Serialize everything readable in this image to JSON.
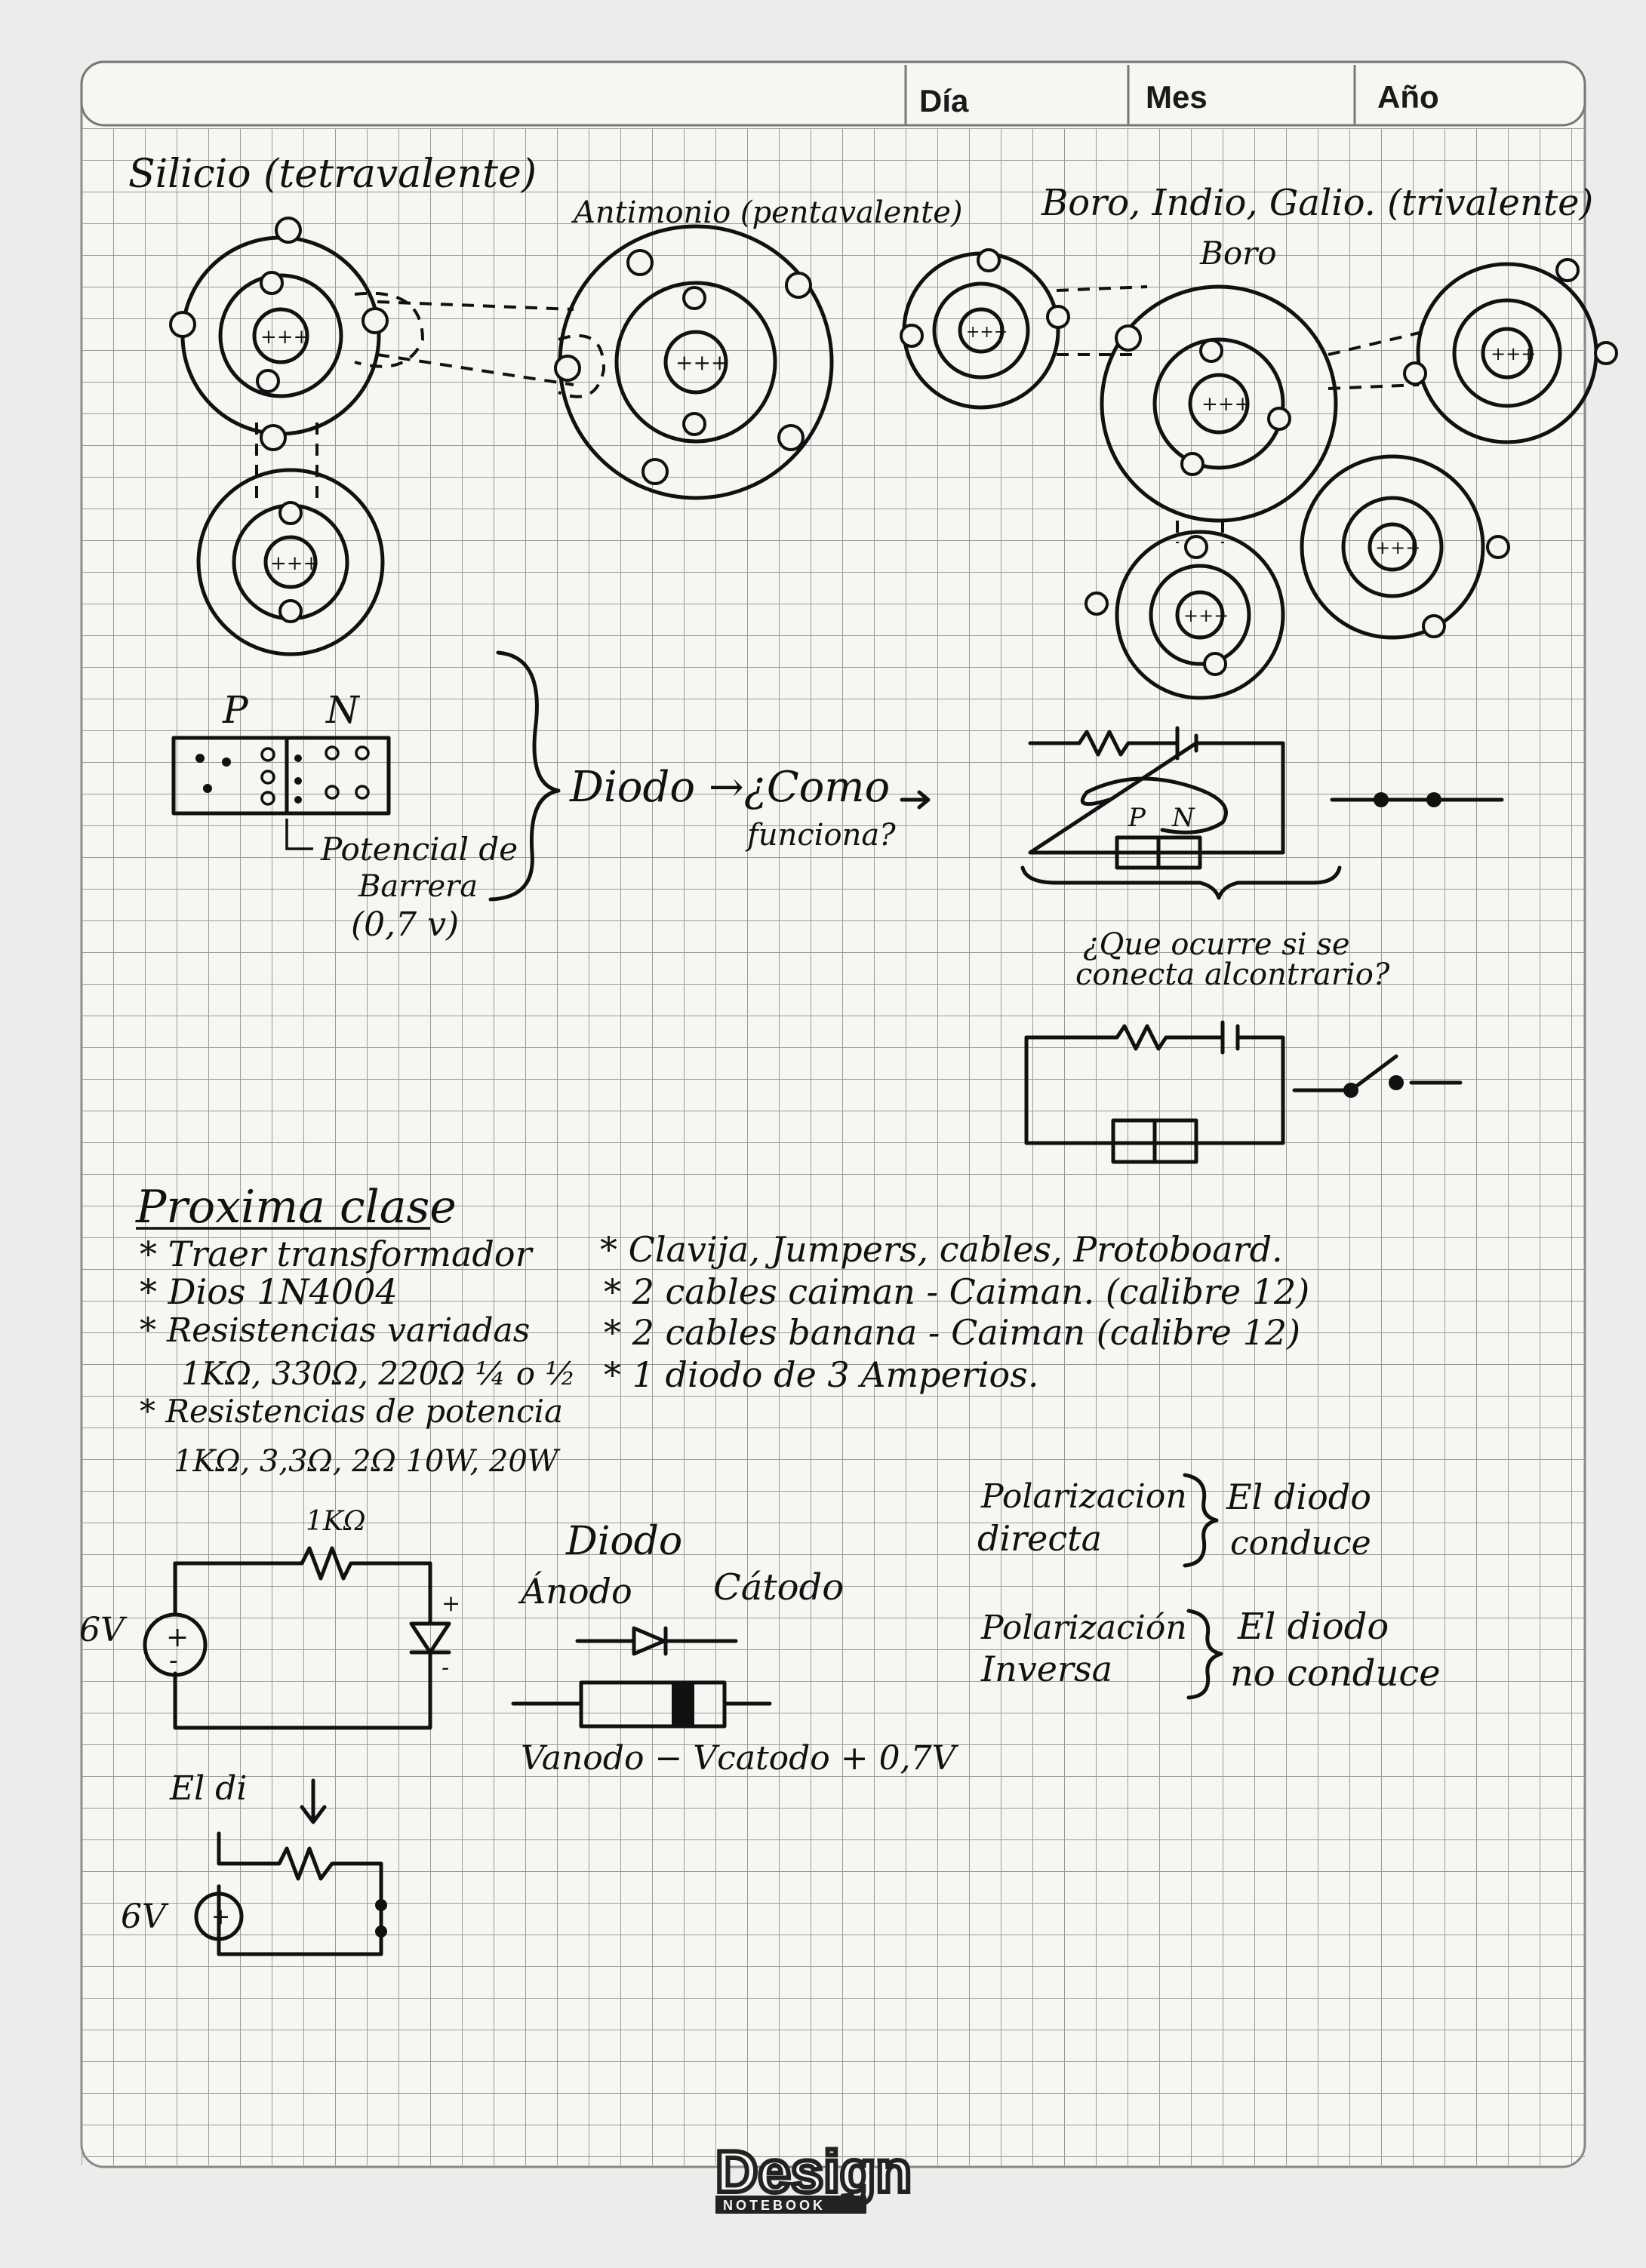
{
  "header": {
    "day": "Día",
    "month": "Mes",
    "year": "Año"
  },
  "atoms": {
    "silicon": "Silicio (tetravalente)",
    "antimony": "Antimonio (pentavalente)",
    "trivalent": "Boro, Indio, Galio. (trivalente)",
    "boron": "Boro",
    "nucleus": "+++"
  },
  "pn": {
    "p": "P",
    "n": "N",
    "barrier": [
      "Potencial de",
      "Barrera",
      "(0,7 v)"
    ],
    "diode_q1": "Diodo →¿Como",
    "diode_q2": "funciona?",
    "circuit_p": "P",
    "circuit_n": "N",
    "reverse_q1": "¿Que ocurre si se",
    "reverse_q2": "conecta alcontrario?"
  },
  "next_class": {
    "title": "Proxima clase",
    "left": [
      "* Traer transformador",
      "* Dios 1N4004",
      "* Resistencias variadas",
      "1KΩ, 330Ω, 220Ω  ¼ o ½",
      "* Resistencias de potencia",
      "1KΩ, 3,3Ω, 2Ω  10W, 20W"
    ],
    "right": [
      "* Clavija, Jumpers, cables, Protoboard.",
      "* 2 cables caiman - Caiman. (calibre 12)",
      "* 2 cables banana - Caiman (calibre 12)",
      "* 1 diodo de 3 Amperios."
    ]
  },
  "circuits": {
    "r_label": "1KΩ",
    "source": "6V",
    "source2": "6V",
    "plus": "+",
    "minus": "-",
    "el_di": "El di",
    "diodo": "Diodo",
    "anodo": "Ánodo",
    "catodo": "Cátodo",
    "formula": "Vanodo − Vcatodo + 0,7V"
  },
  "polarization": {
    "direct": [
      "Polarizacion",
      "directa"
    ],
    "direct_result": [
      "El diodo",
      "conduce"
    ],
    "inverse": [
      "Polarización",
      "Inversa"
    ],
    "inverse_result": [
      "El diodo",
      "no conduce"
    ]
  },
  "brand": {
    "name": "Design",
    "sub": "NOTEBOOK"
  }
}
